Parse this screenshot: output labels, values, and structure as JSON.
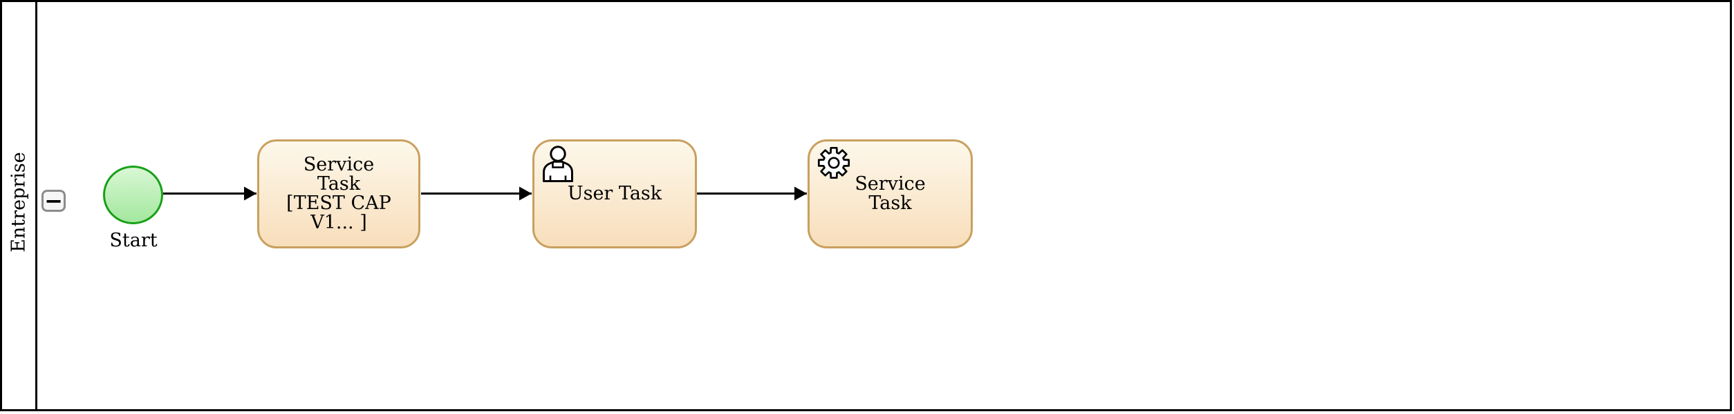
{
  "pool": {
    "label": "Entreprise",
    "collapse_button_symbol": "−"
  },
  "nodes": {
    "start_event": {
      "type": "start-event",
      "label": "Start"
    },
    "service_task_1": {
      "type": "service-task",
      "lines": [
        "Service",
        "Task",
        "[TEST CAP",
        "V1... ]"
      ]
    },
    "user_task": {
      "type": "user-task",
      "label": "User Task",
      "icon": "user-icon"
    },
    "service_task_2": {
      "type": "service-task",
      "lines": [
        "Service",
        "Task"
      ],
      "icon": "gear-icon"
    }
  },
  "flows": [
    {
      "from": "start_event",
      "to": "service_task_1"
    },
    {
      "from": "service_task_1",
      "to": "user_task"
    },
    {
      "from": "user_task",
      "to": "service_task_2"
    }
  ],
  "colors": {
    "pool_border": "#000000",
    "lane_divider": "#000000",
    "task_border": "#c9a05f",
    "task_fill_top": "#fdf8eb",
    "task_fill_bottom": "#f8debb",
    "event_border": "#18a018",
    "event_fill_top": "#d9f7d4",
    "event_fill_bottom": "#a3e79e",
    "flow": "#000000",
    "button_border": "#8c8c8c",
    "button_fill": "#f6f6f6",
    "text": "#000000"
  }
}
